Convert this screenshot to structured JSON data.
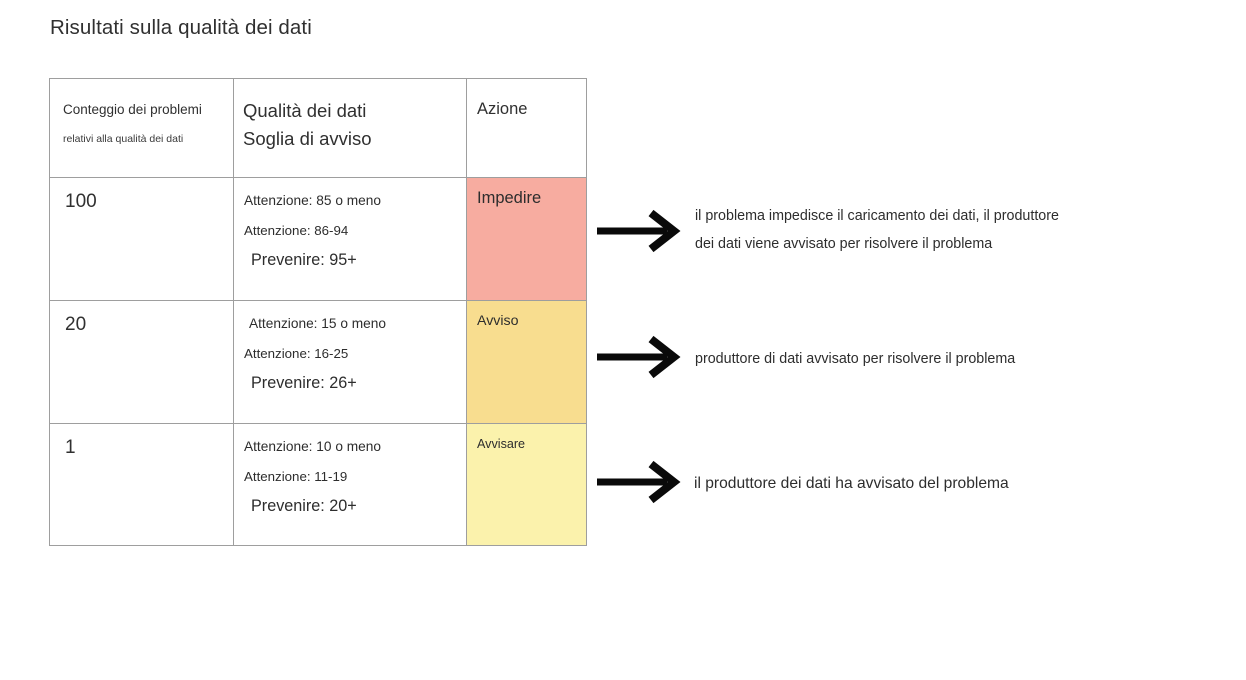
{
  "page": {
    "title": "Risultati sulla qualità dei dati",
    "background_color": "#ffffff",
    "text_color": "#2d2d2d"
  },
  "table": {
    "border_color": "#9e9e9e",
    "headers": {
      "count_main": "Conteggio dei problemi",
      "count_sub": "relativi alla qualità dei dati",
      "rules_line_1": "Qualità dei dati",
      "rules_line_2": "Soglia di avviso",
      "action": "Azione"
    },
    "rows": [
      {
        "count": "100",
        "rule_1": "Attenzione: 85 o meno",
        "rule_2": "Attenzione: 86-94",
        "rule_3": "Prevenire: 95+",
        "action": "Impedire",
        "action_color": "#f7aca0"
      },
      {
        "count": "20",
        "rule_1": "Attenzione: 15 o meno",
        "rule_2": "Attenzione: 16-25",
        "rule_3": "Prevenire: 26+",
        "action": "Avviso",
        "action_color": "#f8dd8f"
      },
      {
        "count": "1",
        "rule_1": "Attenzione: 10 o meno",
        "rule_2": "Attenzione: 11-19",
        "rule_3": "Prevenire: 20+",
        "action": "Avvisare",
        "action_color": "#fbf2ac"
      }
    ]
  },
  "annotations": [
    {
      "line_1": "il problema impedisce il caricamento dei dati, il produttore",
      "line_2": "dei dati viene avvisato per risolvere il problema"
    },
    {
      "line_1": "produttore di dati avvisato per risolvere il problema",
      "line_2": ""
    },
    {
      "line_1": "il produttore dei dati ha avvisato del problema",
      "line_2": ""
    }
  ]
}
